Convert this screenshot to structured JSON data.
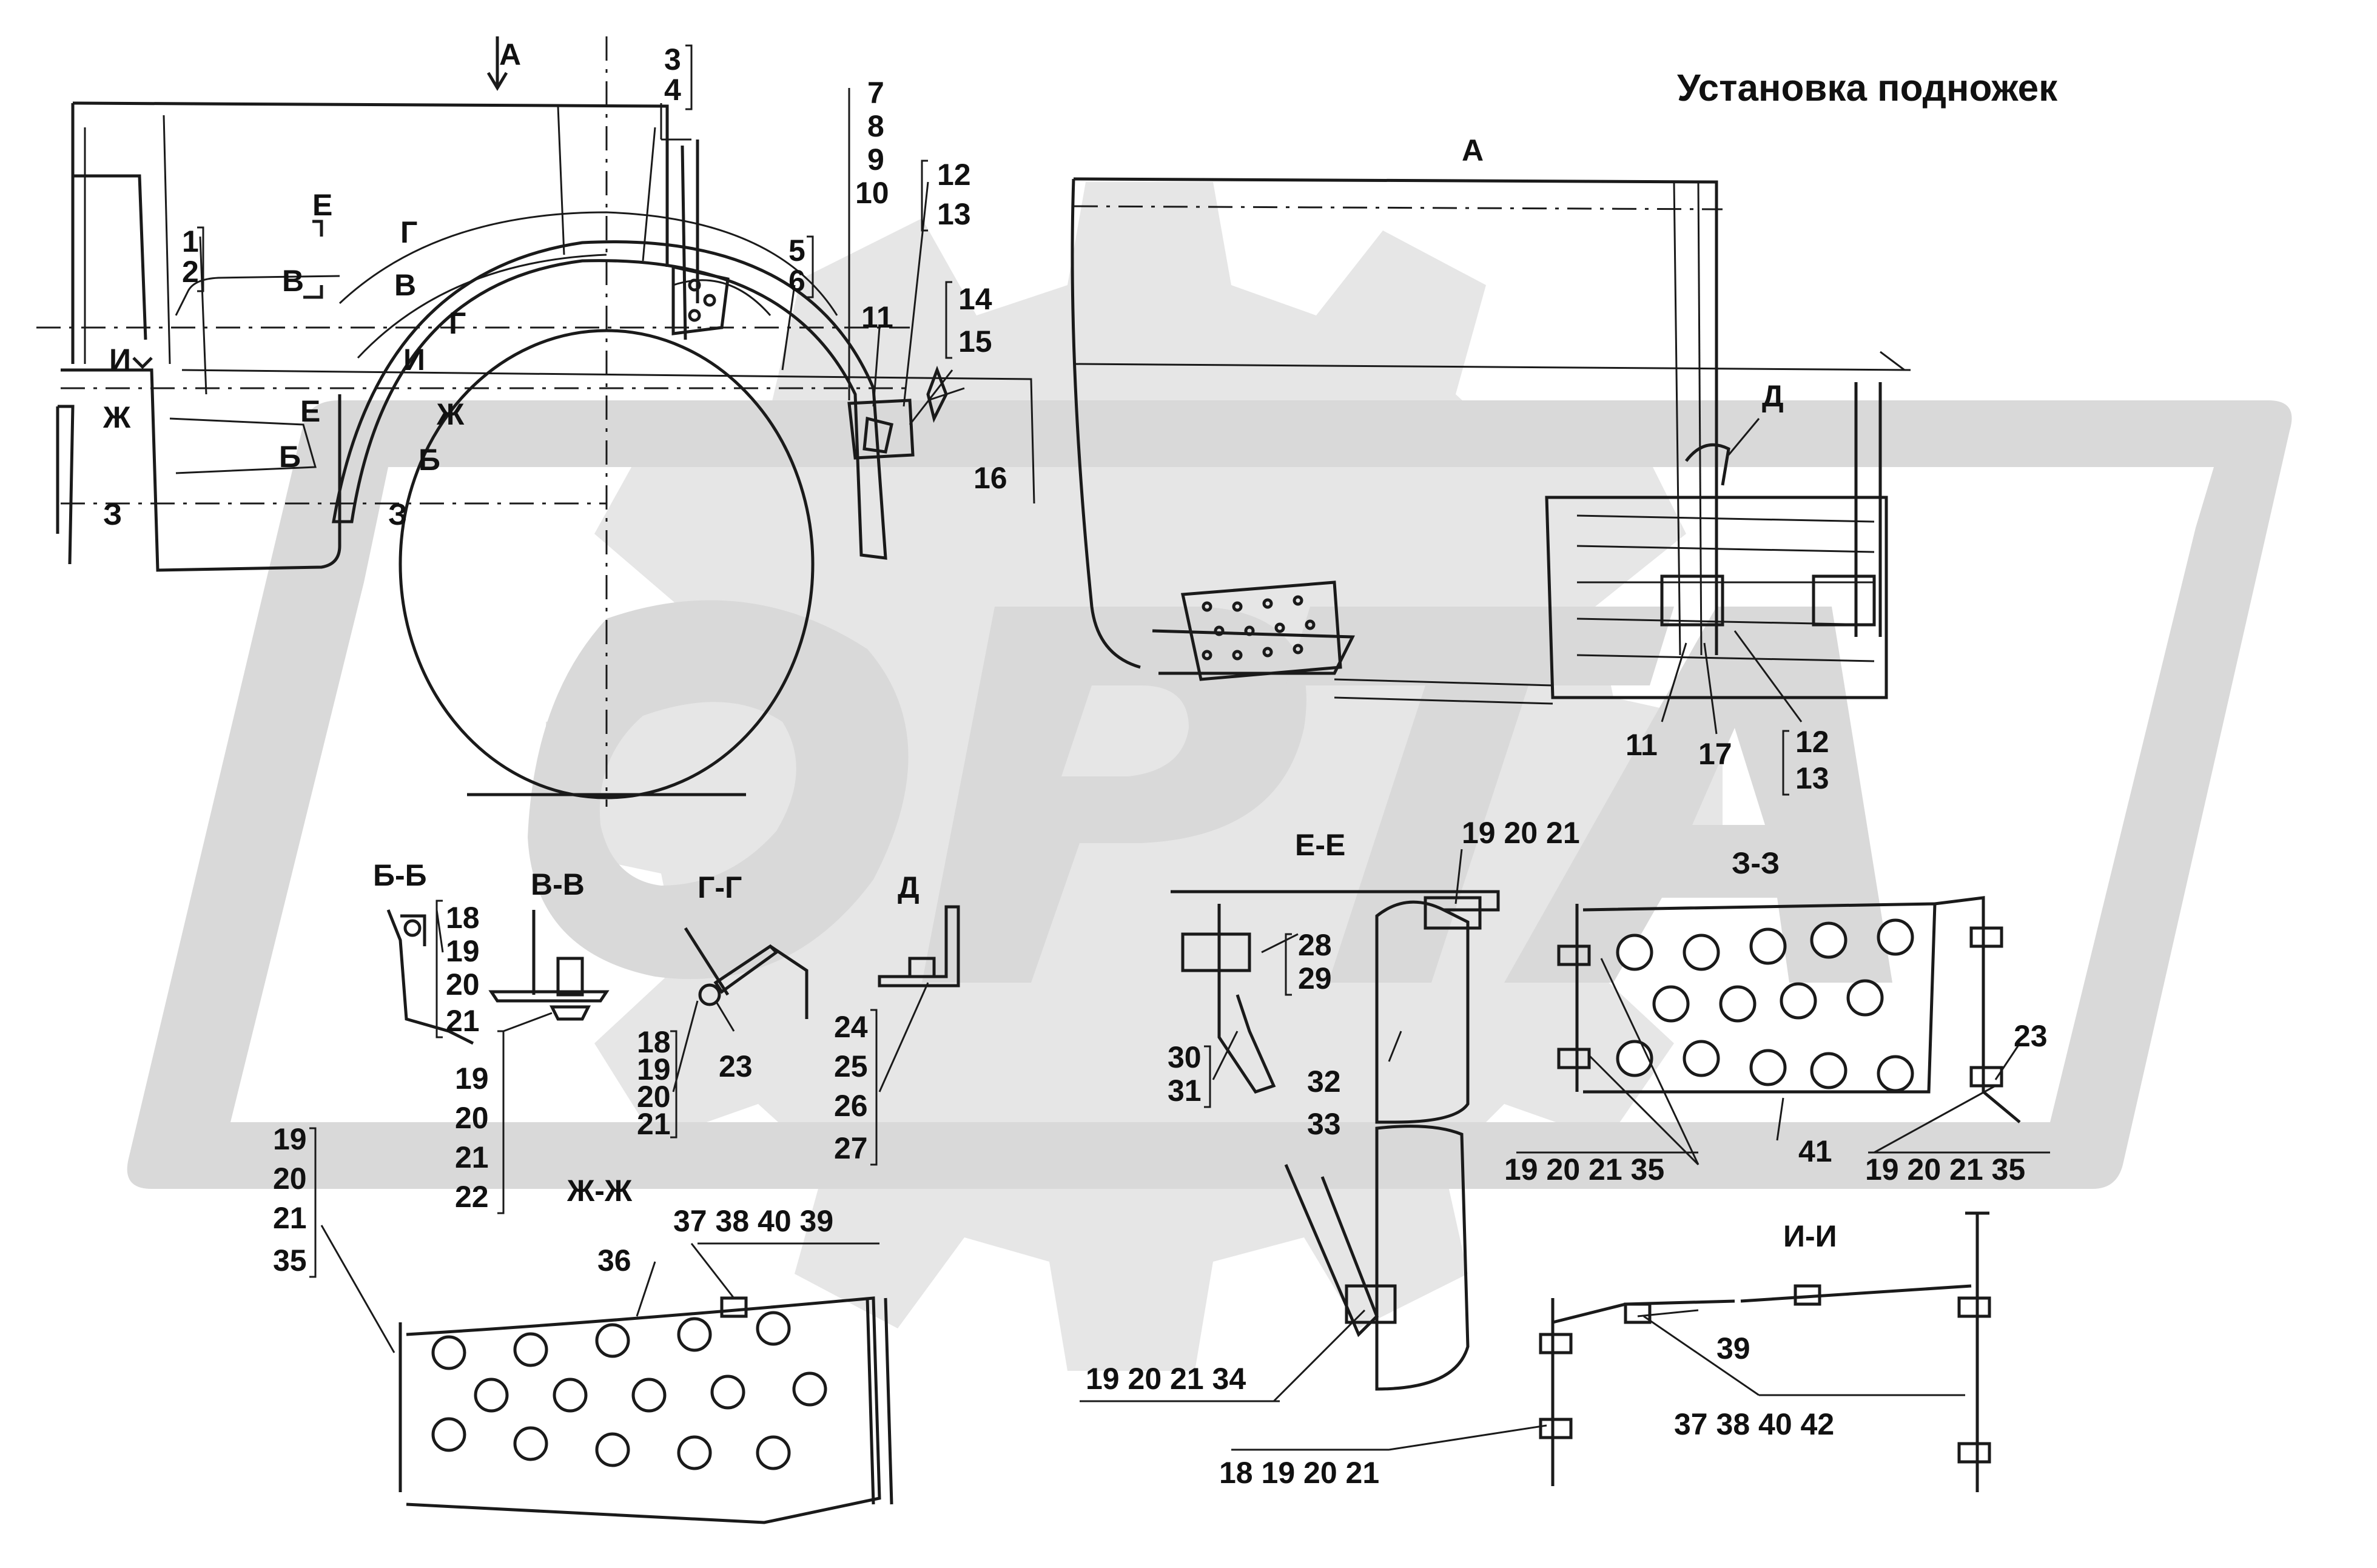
{
  "title": "Установка подножек",
  "colors": {
    "watermark": "#d9d9d9",
    "line": "#1a1a1a",
    "background": "#ffffff"
  },
  "view_labels": {
    "a_arrow": "А",
    "a_view": "А",
    "d_marker": "Д",
    "bb": "Б-Б",
    "vv": "В-В",
    "gg": "Г-Г",
    "d": "Д",
    "ee": "Е-Е",
    "zz": "З-З",
    "zhzh": "Ж-Ж",
    "ii": "И-И"
  },
  "section_markers": {
    "e1": "Е",
    "v1": "В",
    "g1": "Г",
    "v2": "В",
    "g2": "Г",
    "i1": "И",
    "i2": "И",
    "zh1": "Ж",
    "e2": "Е",
    "zh2": "Ж",
    "b1": "Б",
    "b2": "Б",
    "z1": "З",
    "z2": "З"
  },
  "callouts": {
    "c1_2": [
      "1",
      "2"
    ],
    "c3_4": [
      "3",
      "4"
    ],
    "c5_6": [
      "5",
      "6"
    ],
    "c7_10": [
      "7",
      "8",
      "9",
      "10"
    ],
    "c11": "11",
    "c12_13": [
      "12",
      "13"
    ],
    "c14_15": [
      "14",
      "15"
    ],
    "c16": "16",
    "v_c11": "11",
    "v_c17": "17",
    "v_c12_13": [
      "12",
      "13"
    ],
    "bb_list": [
      "18",
      "19",
      "20",
      "21"
    ],
    "vv_list": [
      "19",
      "20",
      "21",
      "22"
    ],
    "gg_list": [
      "18",
      "19",
      "20",
      "21"
    ],
    "gg_23": "23",
    "d_list": [
      "24",
      "25",
      "26",
      "27"
    ],
    "ee_top": "19 20 21",
    "ee_28_29": [
      "28",
      "29"
    ],
    "ee_30_31": [
      "30",
      "31"
    ],
    "ee_32_33": [
      "32",
      "33"
    ],
    "ee_bottom": "19 20 21 34",
    "ee_bottom2": "18 19 20 21",
    "zz_41": "41",
    "zz_23": "23",
    "zz_left": "19 20 21 35",
    "zz_right": "19 20 21 35",
    "zhzh_left": [
      "19",
      "20",
      "21",
      "35"
    ],
    "zhzh_36": "36",
    "zhzh_top": "37 38 40 39",
    "ii_39": "39",
    "ii_bottom": "37 38 40 42"
  }
}
